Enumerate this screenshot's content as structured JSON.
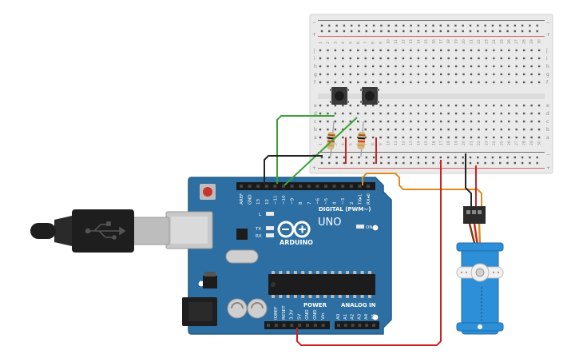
{
  "colors": {
    "arduino_board": "#2d6fa3",
    "board_edge": "#245c87",
    "breadboard": "#eaeaea",
    "rail_red": "#d9362b",
    "rail_blue": "#444444",
    "wire_green": "#3aa335",
    "wire_black": "#222222",
    "wire_red": "#cc2222",
    "wire_orange": "#e08a1e",
    "servo_body": "#2c8fd8",
    "usb_plug": "#1e1e1e",
    "usb_metal": "#bdbdbd",
    "reset_button": "#c8342c"
  },
  "breadboard": {
    "rail_plus": "+",
    "rail_minus": "−",
    "top_rows": [
      "j",
      "i",
      "h",
      "g",
      "f"
    ],
    "bottom_rows": [
      "e",
      "d",
      "c",
      "b",
      "a"
    ],
    "column_numbers": [
      "1",
      "2",
      "3",
      "4",
      "5",
      "6",
      "7",
      "8",
      "9",
      "10",
      "11",
      "12",
      "13",
      "14",
      "15",
      "16",
      "17",
      "18",
      "19",
      "20",
      "21",
      "22",
      "23",
      "24",
      "25",
      "26",
      "27",
      "28",
      "29",
      "30"
    ]
  },
  "arduino": {
    "brand": "ARDUINO",
    "model": "UNO",
    "digital_label": "DIGITAL (PWM~)",
    "power_label": "POWER",
    "analog_label": "ANALOG IN",
    "led_l": "L",
    "led_tx": "TX",
    "led_rx": "RX",
    "led_on": "ON",
    "digital_pins": [
      "AREF",
      "GND",
      "13",
      "12",
      "~11",
      "~10",
      "~9",
      "8",
      "7",
      "~6",
      "~5",
      "4",
      "~3",
      "2",
      "TX▸1",
      "RX◂0"
    ],
    "power_pins": [
      "IOREF",
      "RESET",
      "3.3V",
      "5V",
      "GND",
      "GND",
      "Vin"
    ],
    "analog_pins": [
      "A0",
      "A1",
      "A2",
      "A3",
      "A4",
      "A5"
    ]
  },
  "components": {
    "pushbuttons": [
      "pushbutton-1",
      "pushbutton-2"
    ],
    "resistors": [
      "resistor-1",
      "resistor-2"
    ],
    "servo": "micro-servo",
    "usb": "usb-b-cable"
  }
}
